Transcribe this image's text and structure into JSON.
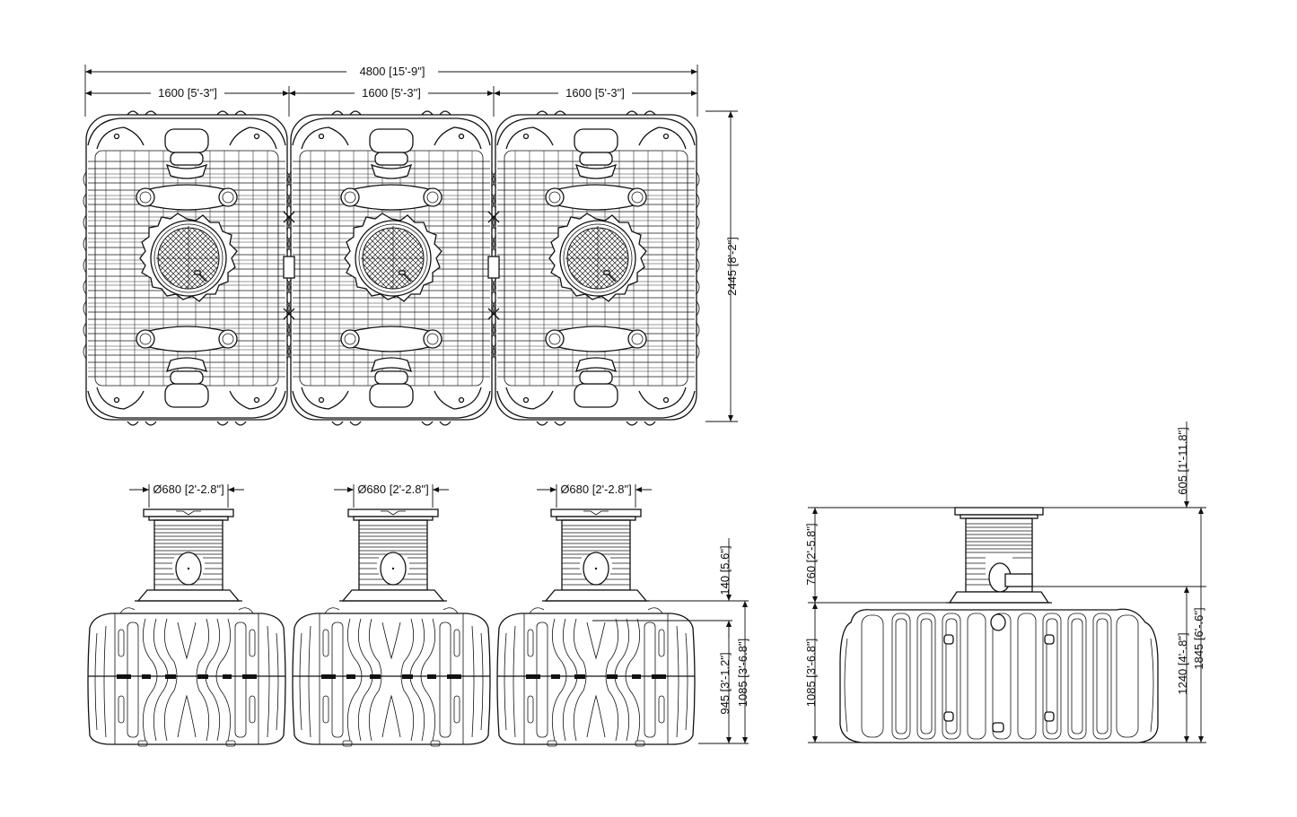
{
  "plan_view": {
    "overall_width": "4800 [15'-9\"]",
    "module_widths": [
      "1600 [5'-3\"]",
      "1600 [5'-3\"]",
      "1600 [5'-3\"]"
    ],
    "overall_length": "2445 [8'-2\"]"
  },
  "side_view": {
    "manhole_diameters": [
      "Ø680 [2'-2.8\"]",
      "Ø680 [2'-2.8\"]",
      "Ø680 [2'-2.8\"]"
    ],
    "collar_height": "140 [5.6\"]",
    "inlet_height": "945 [3'-1.2\"]",
    "tank_height": "1085 [3'-6.8\"]"
  },
  "end_view": {
    "riser_extension": "605 [1'-11.8\"]",
    "riser_height": "760 [2'-5.8\"]",
    "tank_height": "1085 [3'-6.8\"]",
    "pipe_height": "1240 [4'-.8\"]",
    "overall_height": "1845 [6'-.6\"]"
  }
}
